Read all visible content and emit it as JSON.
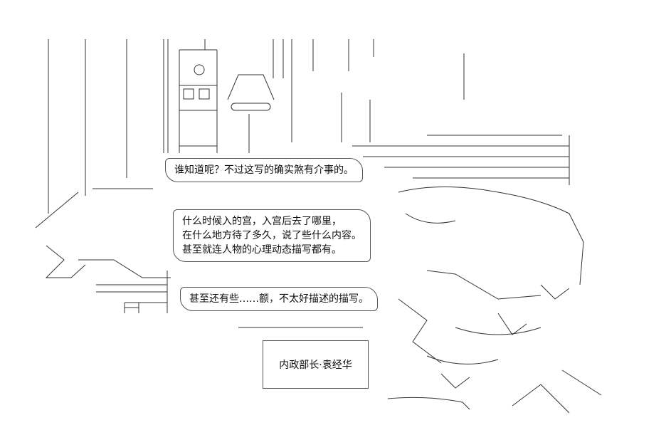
{
  "bubbles": {
    "first": {
      "lines": [
        "谁知道呢？不过这写的确实煞有介事的。"
      ]
    },
    "second": {
      "lines": [
        "什么时候入的宫，入宫后去了哪里，",
        "在什么地方待了多久，说了些什么内容。",
        "甚至就连人物的心理动态描写都有。"
      ]
    },
    "third": {
      "lines": [
        "甚至还有些……额，不太好描述的描写。"
      ]
    }
  },
  "nameplate": {
    "label": "内政部长·袁经华"
  },
  "art": {
    "stroke_color": "#333333",
    "background": "#ffffff"
  }
}
